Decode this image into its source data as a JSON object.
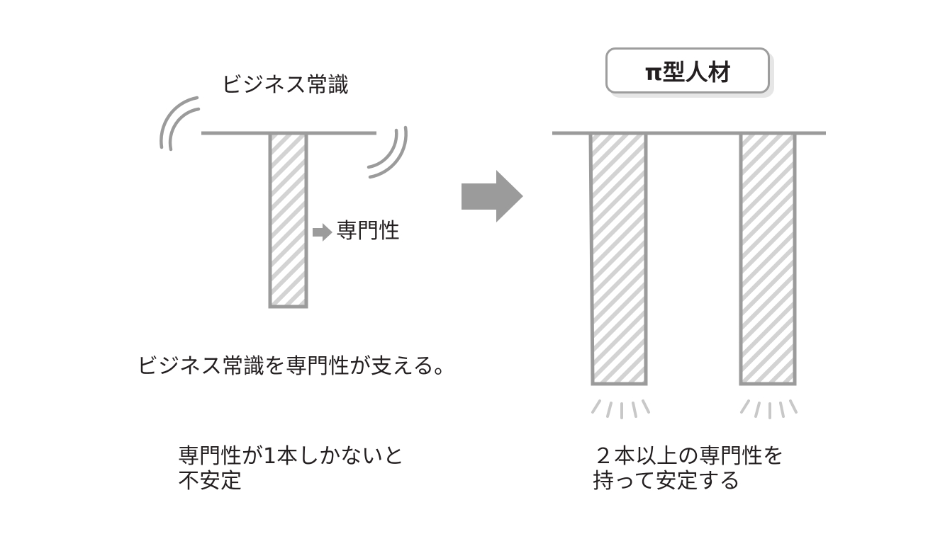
{
  "labels": {
    "business_sense": "ビジネス常識",
    "specialty": "専門性",
    "supported": "ビジネス常識を専門性が支える。"
  },
  "title": "π型人材",
  "captions": {
    "left": [
      "専門性が1本しかないと",
      "不安定"
    ],
    "right": [
      "２本以上の専門性を",
      "持って安定する"
    ]
  },
  "colors": {
    "stroke": "#9b9b9b",
    "hatch_bg": "#ffffff",
    "hatch_line": "#d3d3d3",
    "arrow": "#9b9b9b",
    "text": "#231f20"
  }
}
